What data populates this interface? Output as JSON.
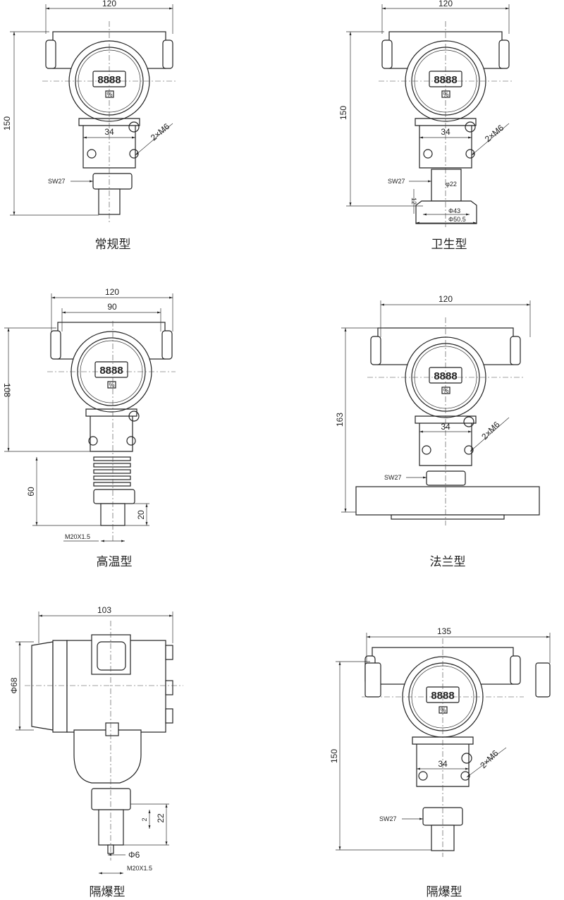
{
  "display_text": "8888",
  "unit_badge": "%",
  "panels": [
    {
      "caption": "常规型",
      "width": "120",
      "height": "150",
      "neck": "34",
      "bolt": "2×M6",
      "wrench": "SW27"
    },
    {
      "caption": "卫生型",
      "width": "120",
      "height": "150",
      "neck": "34",
      "bolt": "2×M6",
      "wrench": "SW27",
      "pipe_dia": "φ22",
      "clamp_h": "12",
      "dia_inner": "Φ43",
      "dia_outer": "Φ50.5"
    },
    {
      "caption": "高温型",
      "width": "120",
      "inner_width": "90",
      "height": "108",
      "fin_height": "60",
      "thread_len": "20",
      "thread": "M20X1.5"
    },
    {
      "caption": "法兰型",
      "width": "120",
      "height": "163",
      "neck": "34",
      "bolt": "2×M6",
      "wrench": "SW27"
    },
    {
      "caption": "隔爆型",
      "width": "103",
      "diameter": "Φ68",
      "d1": "2",
      "d2": "22",
      "pin": "Φ6",
      "thread": "M20X1.5"
    },
    {
      "caption": "隔爆型",
      "width": "135",
      "height": "150",
      "neck": "34",
      "bolt": "2×M6",
      "wrench": "SW27"
    }
  ]
}
